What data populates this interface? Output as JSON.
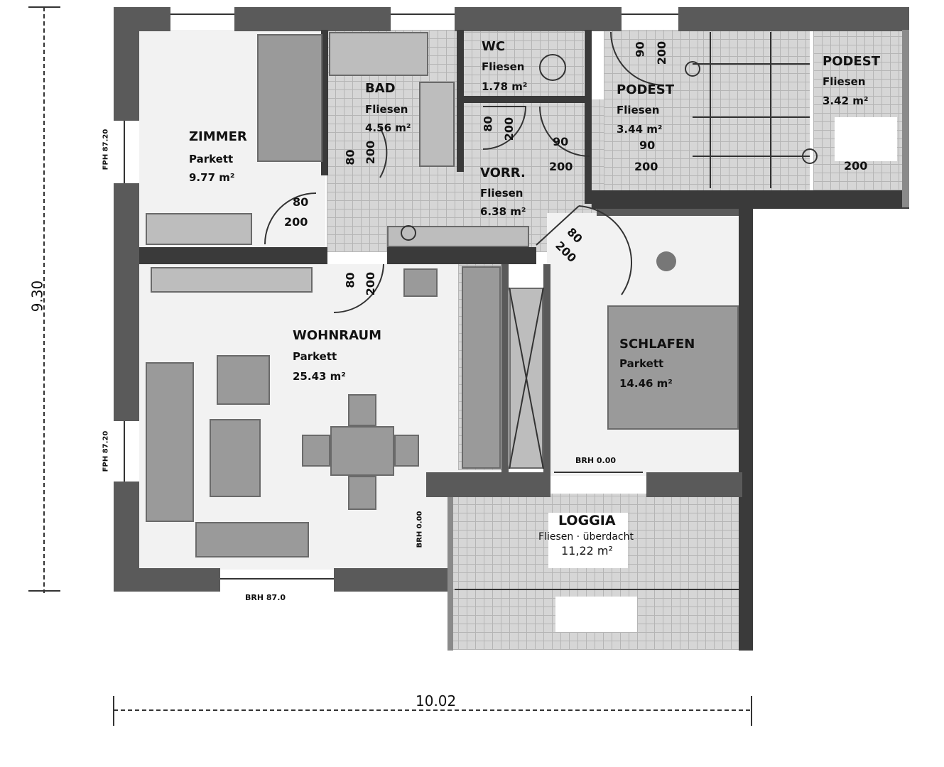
{
  "dimensions": {
    "height": "9.30",
    "width": "10.02"
  },
  "rooms": {
    "zimmer": {
      "name": "ZIMMER",
      "floor": "Parkett",
      "area": "9.77 m²"
    },
    "bad": {
      "name": "BAD",
      "floor": "Fliesen",
      "area": "4.56 m²"
    },
    "wc": {
      "name": "WC",
      "floor": "Fliesen",
      "area": "1.78 m²"
    },
    "podest1": {
      "name": "PODEST",
      "floor": "Fliesen",
      "area": "3.44 m²"
    },
    "podest2": {
      "name": "PODEST",
      "floor": "Fliesen",
      "area": "3.42 m²"
    },
    "vorr": {
      "name": "VORR.",
      "floor": "Fliesen",
      "area": "6.38 m²"
    },
    "wohnraum": {
      "name": "WOHNRAUM",
      "floor": "Parkett",
      "area": "25.43 m²"
    },
    "schlafen": {
      "name": "SCHLAFEN",
      "floor": "Parkett",
      "area": "14.46 m²"
    },
    "loggia": {
      "name": "LOGGIA",
      "floor": "Fliesen · überdacht",
      "area": "11,22 m²"
    }
  },
  "doors": [
    {
      "id": "zimmer-door",
      "w": "80",
      "h": "200"
    },
    {
      "id": "bad-door",
      "w": "80",
      "h": "200"
    },
    {
      "id": "wc-door",
      "w": "80",
      "h": "200"
    },
    {
      "id": "vorr-door",
      "w": "90",
      "h": "200"
    },
    {
      "id": "podest-door",
      "w": "90",
      "h": "200"
    },
    {
      "id": "podest-top",
      "w": "90",
      "h": "200"
    },
    {
      "id": "wohn-door",
      "w": "80",
      "h": "200"
    },
    {
      "id": "schlafen-door",
      "w": "80",
      "h": "200"
    },
    {
      "id": "podest2-door",
      "h": "200"
    }
  ],
  "window_labels": {
    "zimmer": "FPH 87.20",
    "wohn_left": "FPH 87.20",
    "wohn_bottom": "BRH 87.0",
    "wohn_right": "BRH 0.00",
    "schlafen": "BRH 0.00"
  }
}
